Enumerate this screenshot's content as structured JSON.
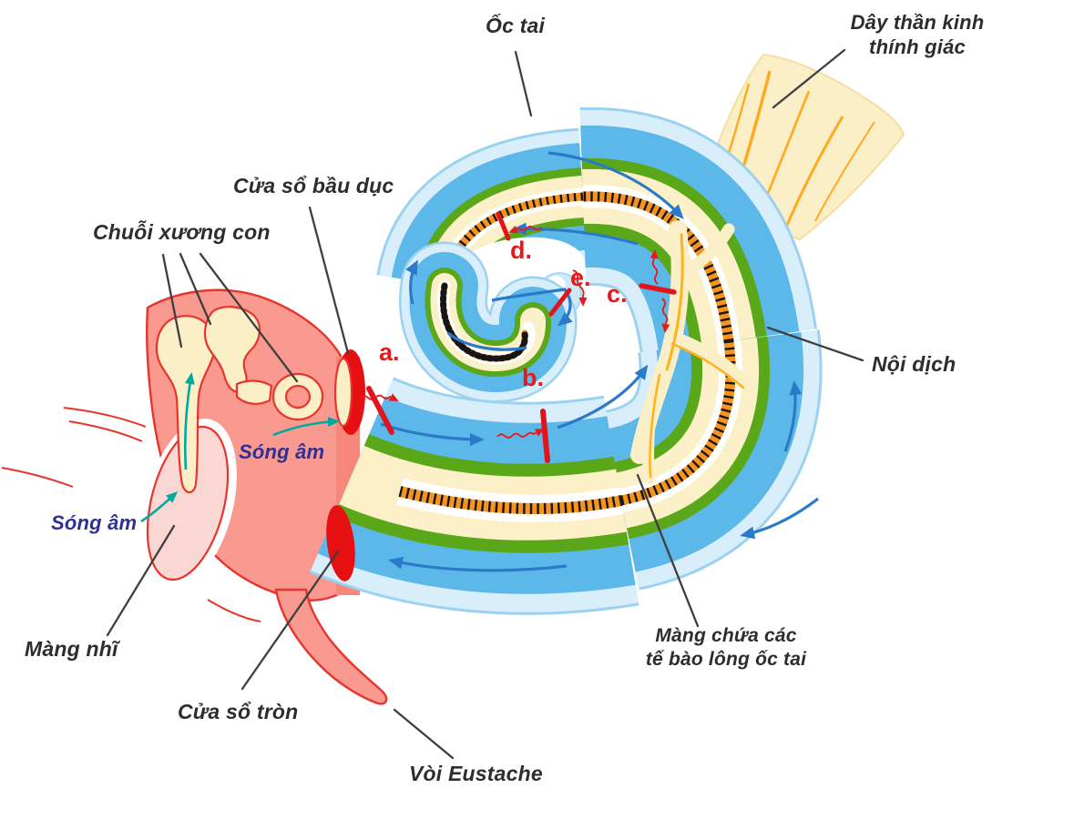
{
  "diagram": {
    "type": "inner-ear-cochlea-diagram",
    "labels": {
      "oc_tai": "Ốc tai",
      "day_than_kinh_1": "Dây thần kinh",
      "day_than_kinh_2": "thính giác",
      "cua_so_bau_duc": "Cửa sổ bầu dục",
      "chuoi_xuong_con": "Chuỗi xương con",
      "song_am_tren": "Sóng âm",
      "song_am_duoi": "Sóng âm",
      "mang_nhi": "Màng nhĩ",
      "cua_so_tron": "Cửa sổ tròn",
      "voi_eustache": "Vòi Eustache",
      "noi_dich": "Nội dịch",
      "mang_chua_1": "Màng chứa các",
      "mang_chua_2": "tế bào lông ốc tai"
    },
    "letters": {
      "a": "a.",
      "b": "b.",
      "c": "c.",
      "d": "d.",
      "e": "e."
    },
    "colors": {
      "middle_ear_pink": "#F9998F",
      "eardrum_pale_pink": "#FBD7D4",
      "outline_red": "#E8352B",
      "window_red": "#E60F12",
      "bone_cream": "#FBEFC8",
      "shell_pale_blue": "#D9EEFB",
      "fluid_blue": "#5CB8E9",
      "membrane_green": "#5BA71A",
      "membrane_cream": "#FBF0C7",
      "hair_cell_orange": "#F7941E",
      "flow_arrow_blue": "#2B7AC8",
      "sound_arrow_teal": "#00A99D",
      "letter_red": "#E8191C",
      "label_dark": "#2D2D2D",
      "song_am_navy": "#2E3192"
    }
  }
}
